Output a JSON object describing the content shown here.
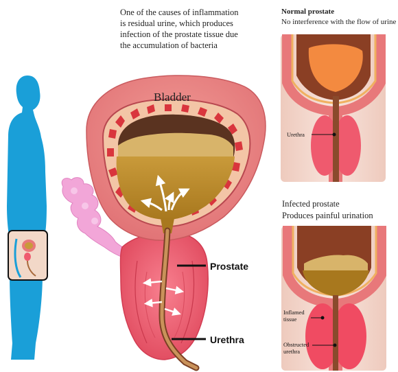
{
  "intro": {
    "lines": [
      "One of the causes of inflammation",
      "is residual urine, which produces",
      "infection of the prostate tissue due",
      "the accumulation of bacteria"
    ]
  },
  "main_diagram": {
    "bladder_label": "Bladder",
    "prostate_label": "Prostate",
    "urethra_label": "Urethra"
  },
  "normal_panel": {
    "title": "Normal prostate",
    "subtitle": "No interference with the flow of urine",
    "urethra_label": "Urethra"
  },
  "infected_panel": {
    "title": "Infected prostate",
    "subtitle": "Produces painful urination",
    "inflamed_label_line1": "Inflamed",
    "inflamed_label_line2": "tissue",
    "obstructed_label_line1": "Obstructed",
    "obstructed_label_line2": "urethra"
  },
  "colors": {
    "silhouette": "#1a9fd8",
    "bladder_outer": "#e8787a",
    "urine": "#b8862a",
    "prostate": "#ef5a6e",
    "seminal_vesicle": "#f2a6d8",
    "urethra": "#a86a3c",
    "panel_bg": "#f3d5cb"
  }
}
